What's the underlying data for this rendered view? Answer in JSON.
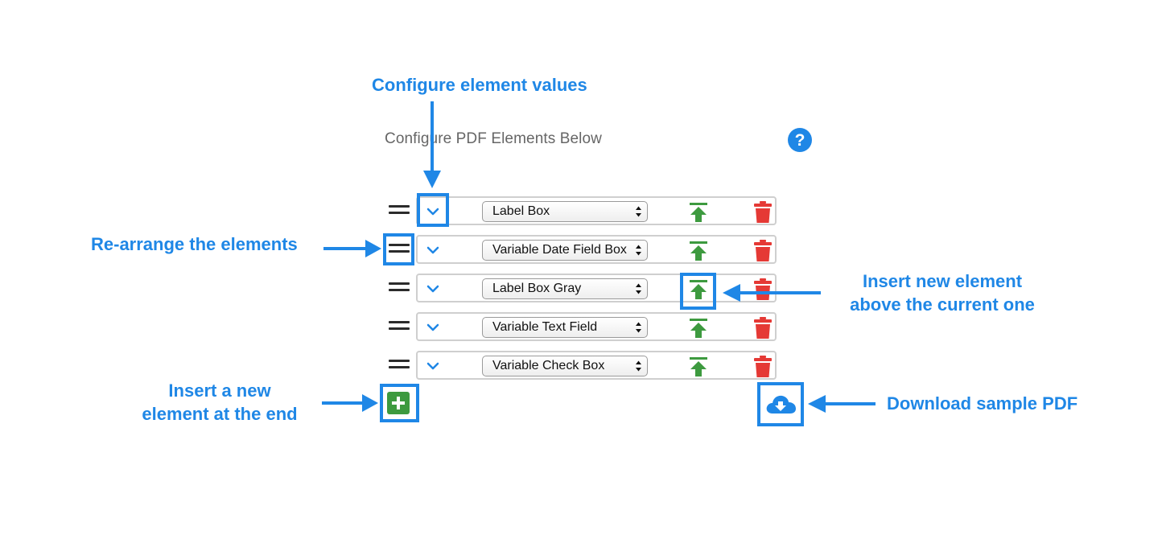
{
  "panel": {
    "title": "Configure PDF Elements Below",
    "help_icon": "question-circle-icon"
  },
  "elements": [
    {
      "type_label": "Label Box"
    },
    {
      "type_label": "Variable Date Field Box"
    },
    {
      "type_label": "Label Box Gray"
    },
    {
      "type_label": "Variable Text Field"
    },
    {
      "type_label": "Variable Check Box"
    }
  ],
  "icons": {
    "drag": "drag-handle-icon",
    "expand": "chevron-down-icon",
    "insert_above": "insert-above-icon",
    "delete": "trash-icon",
    "add": "plus-square-icon",
    "download": "cloud-download-icon"
  },
  "annotations": {
    "configure": "Configure element values",
    "rearrange": "Re-arrange the elements",
    "insert_above_line1": "Insert new element",
    "insert_above_line2": "above the current one",
    "insert_end_line1": "Insert a new",
    "insert_end_line2": "element at the end",
    "download": "Download sample PDF"
  },
  "colors": {
    "accent": "#1f87e6",
    "insert_green": "#3d9a3f",
    "delete_red": "#e53935",
    "handle": "#2b2b2b"
  }
}
